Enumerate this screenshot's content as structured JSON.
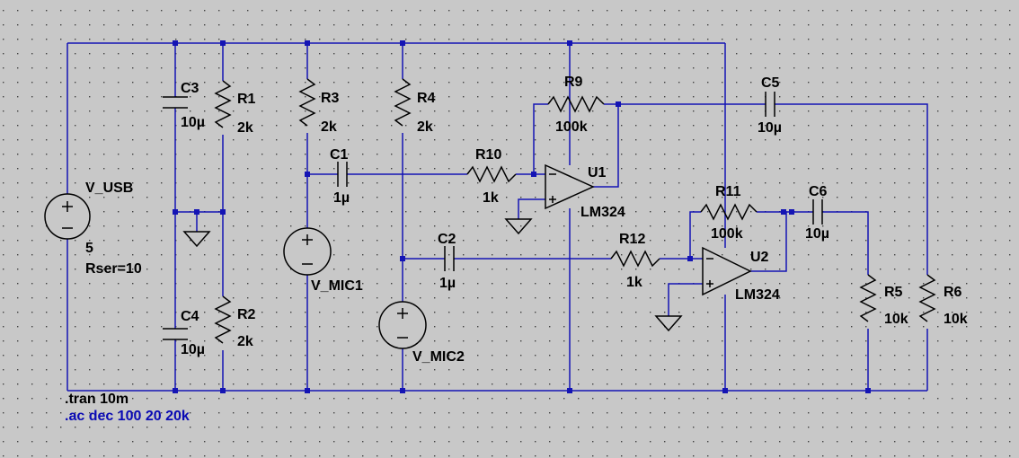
{
  "components": {
    "V_USB": {
      "name": "V_USB",
      "value": "5",
      "extra": "Rser=10"
    },
    "C3": {
      "name": "C3",
      "value": "10µ"
    },
    "C4": {
      "name": "C4",
      "value": "10µ"
    },
    "R1": {
      "name": "R1",
      "value": "2k"
    },
    "R2": {
      "name": "R2",
      "value": "2k"
    },
    "R3": {
      "name": "R3",
      "value": "2k"
    },
    "R4": {
      "name": "R4",
      "value": "2k"
    },
    "C1": {
      "name": "C1",
      "value": "1µ"
    },
    "C2": {
      "name": "C2",
      "value": "1µ"
    },
    "V_MIC1": {
      "name": "V_MIC1"
    },
    "V_MIC2": {
      "name": "V_MIC2"
    },
    "R10": {
      "name": "R10",
      "value": "1k"
    },
    "R9": {
      "name": "R9",
      "value": "100k"
    },
    "U1": {
      "name": "U1",
      "value": "LM324"
    },
    "C5": {
      "name": "C5",
      "value": "10µ"
    },
    "R11": {
      "name": "R11",
      "value": "100k"
    },
    "C6": {
      "name": "C6",
      "value": "10µ"
    },
    "R12": {
      "name": "R12",
      "value": "1k"
    },
    "U2": {
      "name": "U2",
      "value": "LM324"
    },
    "R5": {
      "name": "R5",
      "value": "10k"
    },
    "R6": {
      "name": "R6",
      "value": "10k"
    }
  },
  "directives": {
    "tran": ".tran 10m",
    "ac": ".ac dec 100 20 20k"
  },
  "colors": {
    "background": "#c8c8c8",
    "grid": "#404040",
    "wire": "#1414b4",
    "component": "#000000",
    "directive": "#0a0ab4"
  },
  "icons": {
    "ground": "ground-symbol",
    "voltage_source": "voltage-source-symbol",
    "opamp": "opamp-triangle-symbol"
  }
}
